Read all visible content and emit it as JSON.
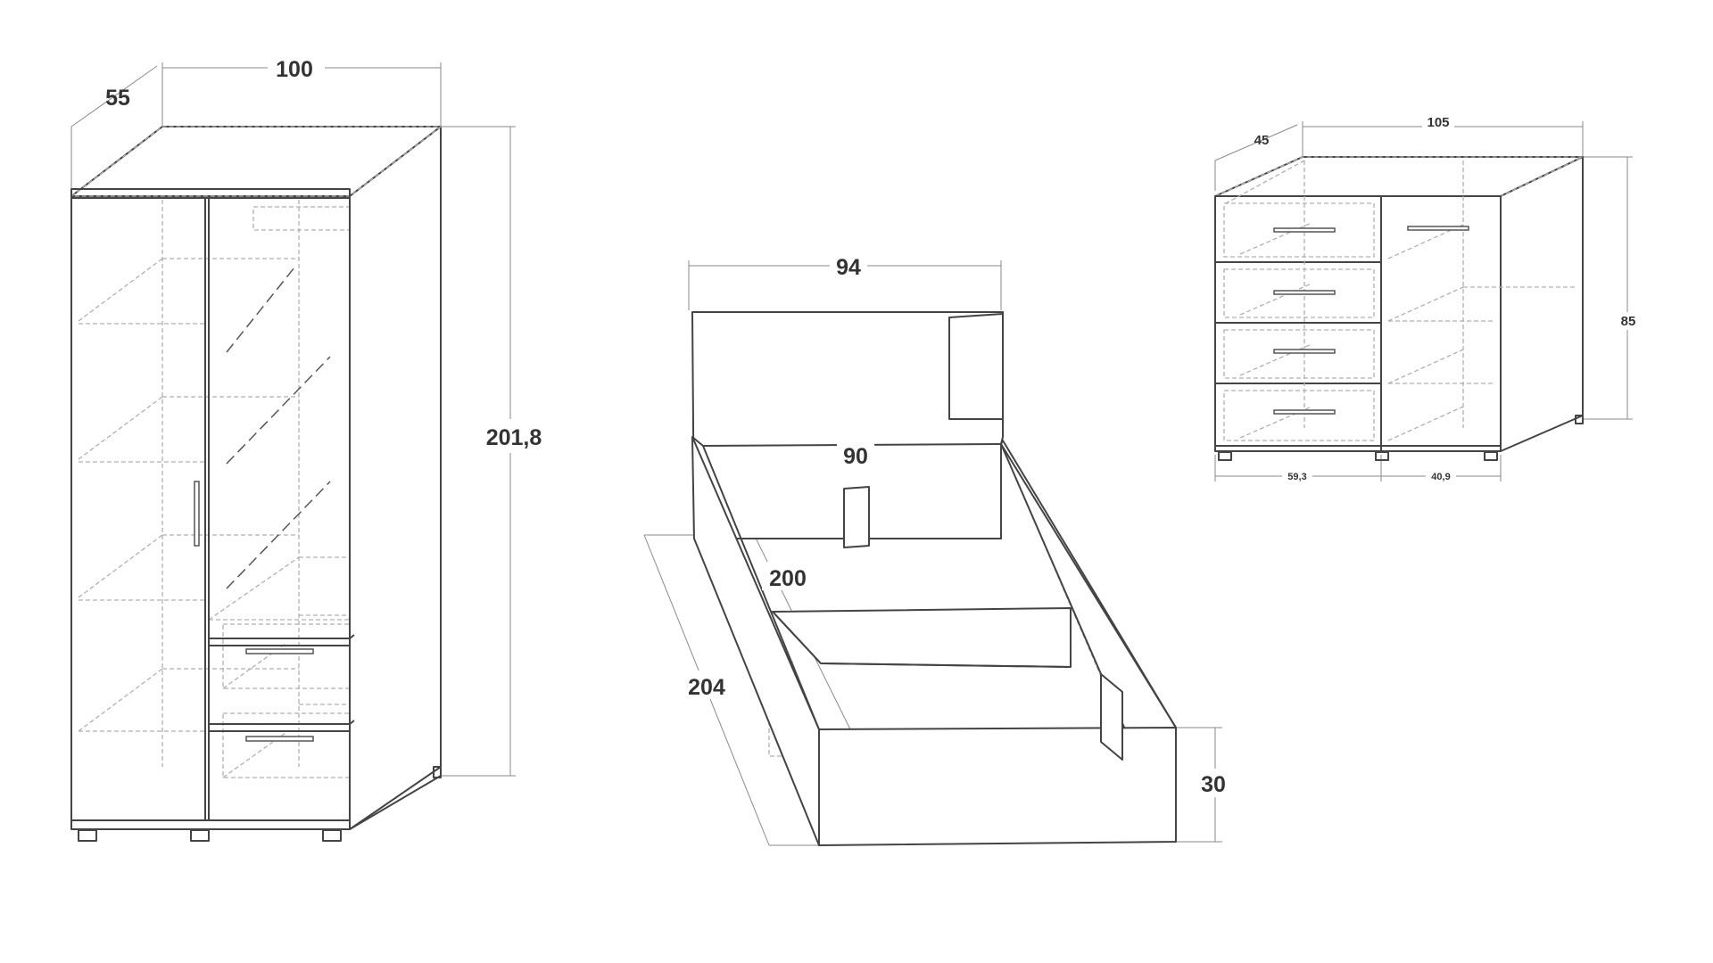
{
  "wardrobe": {
    "width": "100",
    "depth": "55",
    "height": "201,8"
  },
  "bed": {
    "width": "94",
    "inner_width": "90",
    "inner_length": "200",
    "length": "204",
    "height": "30"
  },
  "dresser": {
    "width": "105",
    "depth": "45",
    "height": "85",
    "left_section": "59,3",
    "right_section": "40,9"
  },
  "colors": {
    "line": "#444444",
    "hidden_line": "#b0b0b0",
    "dimension_line": "#8a8a8a",
    "text": "#333333"
  }
}
